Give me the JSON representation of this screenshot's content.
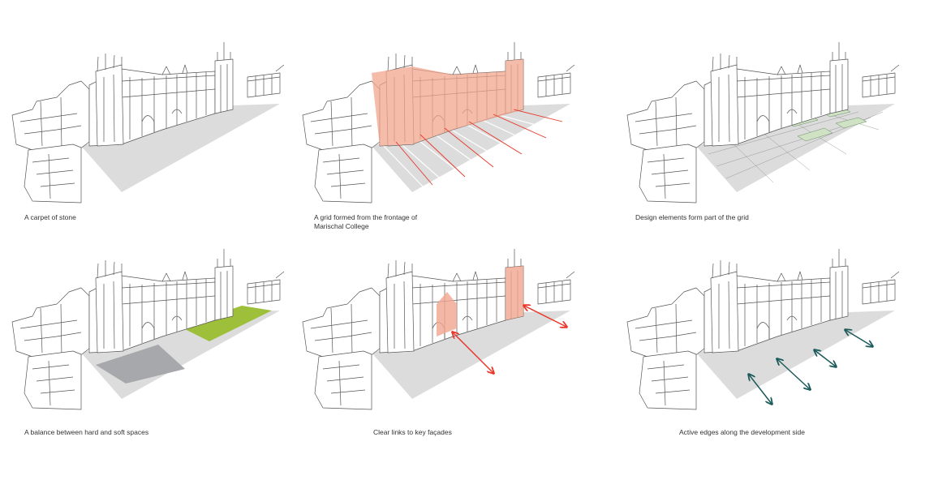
{
  "panels": [
    {
      "caption": "A carpet of stone"
    },
    {
      "caption_line1": "A grid formed from the frontage of",
      "caption_line2": "Marischal College"
    },
    {
      "caption": "Design elements form part of the grid"
    },
    {
      "caption": "A balance between hard and soft spaces"
    },
    {
      "caption": "Clear links to key façades"
    },
    {
      "caption": "Active edges along the development side"
    }
  ],
  "colors": {
    "plaza": "#dcdcdc",
    "facade": "#f2a58e",
    "red_arrow": "#e8382a",
    "teal_arrow": "#1d5a5a",
    "green_lawn": "#9dbf3a",
    "hard_space": "#a7a8ab",
    "design_element": "#cfe3c4"
  }
}
